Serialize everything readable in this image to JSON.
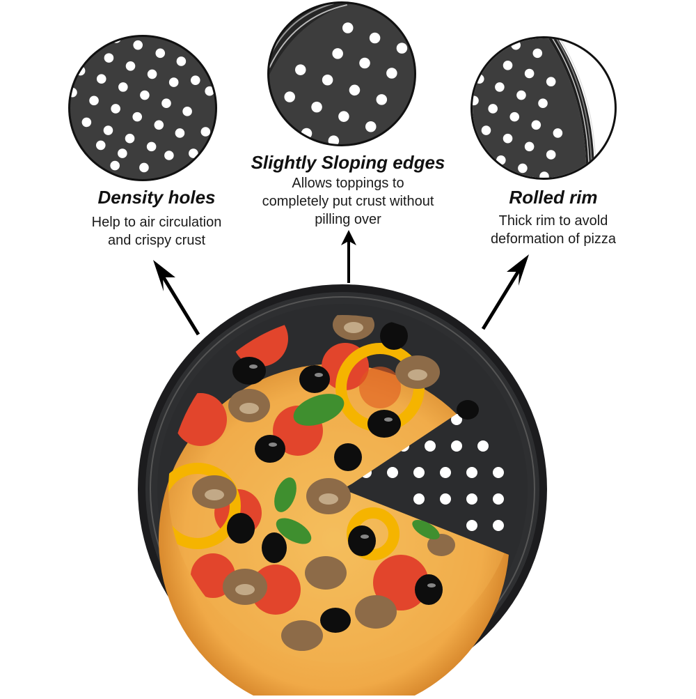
{
  "features": [
    {
      "id": "density-holes",
      "title": "Density holes",
      "description_lines": [
        "Help to air circulation",
        "and crispy crust"
      ]
    },
    {
      "id": "sloping-edges",
      "title": "Slightly Sloping edges",
      "description_lines": [
        "Allows toppings to",
        "completely put crust without",
        "pilling over"
      ]
    },
    {
      "id": "rolled-rim",
      "title": "Rolled rim",
      "description_lines": [
        "Thick rim to avold",
        "deformation of pizza"
      ]
    }
  ],
  "colors": {
    "pan": "#2b2c2e",
    "pan_detail": "#3d3d3d",
    "crust": "#f0b04a",
    "tomato": "#e0452b",
    "pepper": "#f5b800",
    "olive": "#0d0d0d",
    "mushroom": "#8a6a4a",
    "basil": "#3f8f2f"
  }
}
